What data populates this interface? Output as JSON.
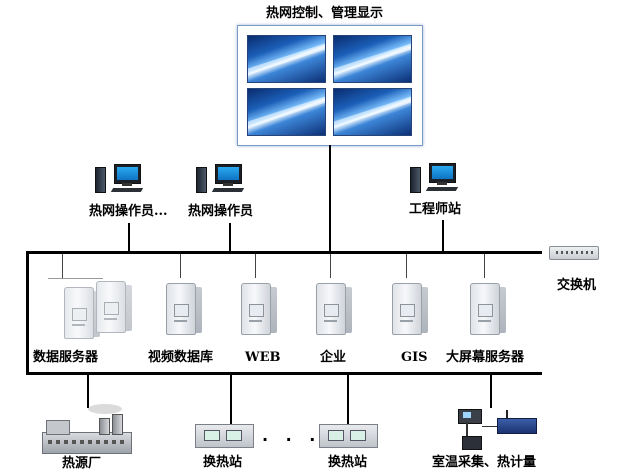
{
  "title": "热网控制、管理显示",
  "operators": [
    "热网操作员...",
    "热网操作员"
  ],
  "engineer": "工程师站",
  "switch_label": "交换机",
  "servers": [
    {
      "id": "data",
      "label": "数据服务器"
    },
    {
      "id": "video",
      "label": "视频数据库"
    },
    {
      "id": "web",
      "label": "WEB"
    },
    {
      "id": "enterprise",
      "label": "企业"
    },
    {
      "id": "gis",
      "label": "GIS"
    },
    {
      "id": "bigscreen",
      "label": "大屏幕服务器"
    }
  ],
  "field": {
    "plant": "热源厂",
    "station1": "换热站",
    "ellipsis": "· · · ·",
    "station2": "换热站",
    "metering": "室温采集、热计量"
  },
  "colors": {
    "bus": "#000000",
    "screen_blue": "#1b5fb8",
    "wall_border": "#7a9bc4"
  }
}
